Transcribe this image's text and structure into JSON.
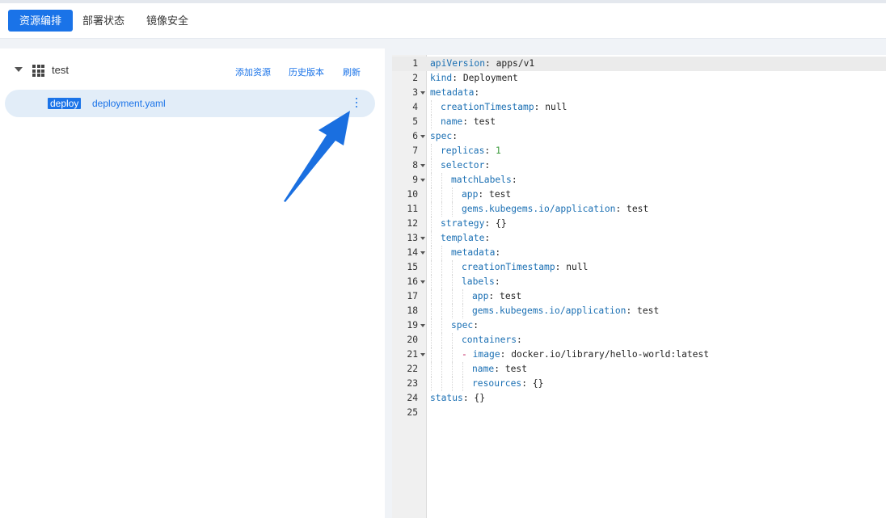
{
  "tabs": [
    {
      "label": "资源编排",
      "active": true
    },
    {
      "label": "部署状态",
      "active": false
    },
    {
      "label": "镜像安全",
      "active": false
    }
  ],
  "tree": {
    "root_label": "test",
    "actions": {
      "add_resource": "添加资源",
      "history": "历史版本",
      "refresh": "刷新"
    },
    "file": {
      "badge": "deploy",
      "name": "deployment.yaml"
    }
  },
  "editor": {
    "lines": [
      {
        "n": "1",
        "indent": 0,
        "fold": false,
        "key": "apiVersion",
        "val": "apps/v1"
      },
      {
        "n": "2",
        "indent": 0,
        "fold": false,
        "key": "kind",
        "val": "Deployment"
      },
      {
        "n": "3",
        "indent": 0,
        "fold": true,
        "key": "metadata",
        "val": ""
      },
      {
        "n": "4",
        "indent": 1,
        "fold": false,
        "key": "creationTimestamp",
        "val": "null"
      },
      {
        "n": "5",
        "indent": 1,
        "fold": false,
        "key": "name",
        "val": "test"
      },
      {
        "n": "6",
        "indent": 0,
        "fold": true,
        "key": "spec",
        "val": ""
      },
      {
        "n": "7",
        "indent": 1,
        "fold": false,
        "key": "replicas",
        "val": "1",
        "num": true
      },
      {
        "n": "8",
        "indent": 1,
        "fold": true,
        "key": "selector",
        "val": ""
      },
      {
        "n": "9",
        "indent": 2,
        "fold": true,
        "key": "matchLabels",
        "val": ""
      },
      {
        "n": "10",
        "indent": 3,
        "fold": false,
        "key": "app",
        "val": "test"
      },
      {
        "n": "11",
        "indent": 3,
        "fold": false,
        "key": "gems.kubegems.io/application",
        "val": "test"
      },
      {
        "n": "12",
        "indent": 1,
        "fold": false,
        "key": "strategy",
        "val": "{}"
      },
      {
        "n": "13",
        "indent": 1,
        "fold": true,
        "key": "template",
        "val": ""
      },
      {
        "n": "14",
        "indent": 2,
        "fold": true,
        "key": "metadata",
        "val": ""
      },
      {
        "n": "15",
        "indent": 3,
        "fold": false,
        "key": "creationTimestamp",
        "val": "null"
      },
      {
        "n": "16",
        "indent": 3,
        "fold": true,
        "key": "labels",
        "val": ""
      },
      {
        "n": "17",
        "indent": 4,
        "fold": false,
        "key": "app",
        "val": "test"
      },
      {
        "n": "18",
        "indent": 4,
        "fold": false,
        "key": "gems.kubegems.io/application",
        "val": "test"
      },
      {
        "n": "19",
        "indent": 2,
        "fold": true,
        "key": "spec",
        "val": ""
      },
      {
        "n": "20",
        "indent": 3,
        "fold": false,
        "key": "containers",
        "val": ""
      },
      {
        "n": "21",
        "indent": 3,
        "fold": true,
        "key": "image",
        "val": "docker.io/library/hello-world:latest",
        "dash": true
      },
      {
        "n": "22",
        "indent": 4,
        "fold": false,
        "key": "name",
        "val": "test"
      },
      {
        "n": "23",
        "indent": 4,
        "fold": false,
        "key": "resources",
        "val": "{}"
      },
      {
        "n": "24",
        "indent": 0,
        "fold": false,
        "key": "status",
        "val": "{}"
      },
      {
        "n": "25",
        "indent": 0,
        "fold": false,
        "key": "",
        "val": ""
      }
    ]
  },
  "colors": {
    "accent": "#1a73e8",
    "yaml_key": "#1a6fb3",
    "yaml_number": "#3a9a3a",
    "arrow": "#1a6fe0"
  }
}
